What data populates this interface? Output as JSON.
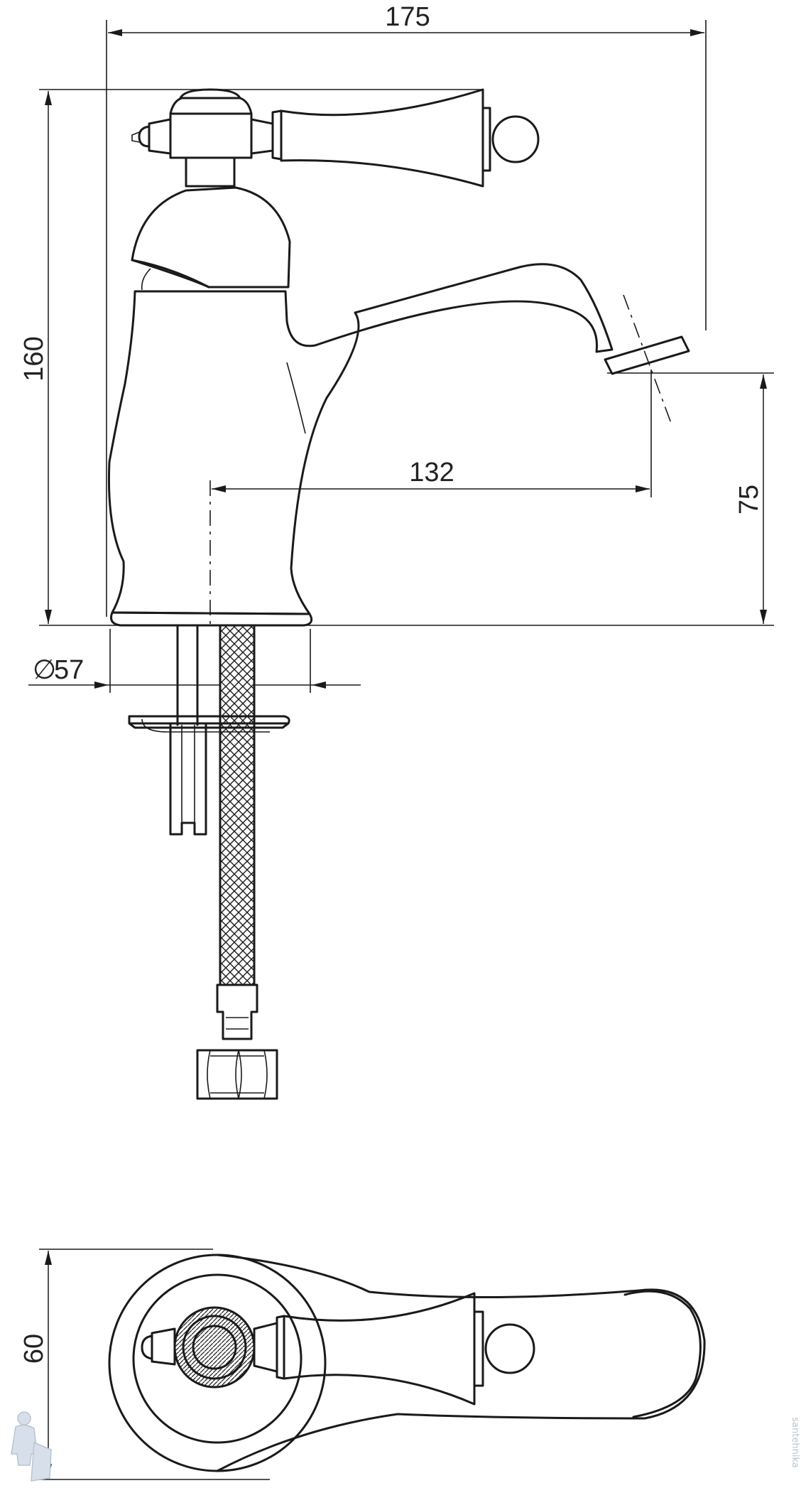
{
  "dimensions": {
    "width_total": "175",
    "height_total": "160",
    "spout_reach": "132",
    "spout_height": "75",
    "base_diameter": "57",
    "base_diameter_symbol": "∅",
    "top_view_width": "60"
  },
  "watermark": {
    "text": "santehnika",
    "figure": "plumber-figure"
  },
  "colors": {
    "line": "#1a1a1a",
    "background": "#ffffff",
    "watermark": "#b8c4d0"
  }
}
